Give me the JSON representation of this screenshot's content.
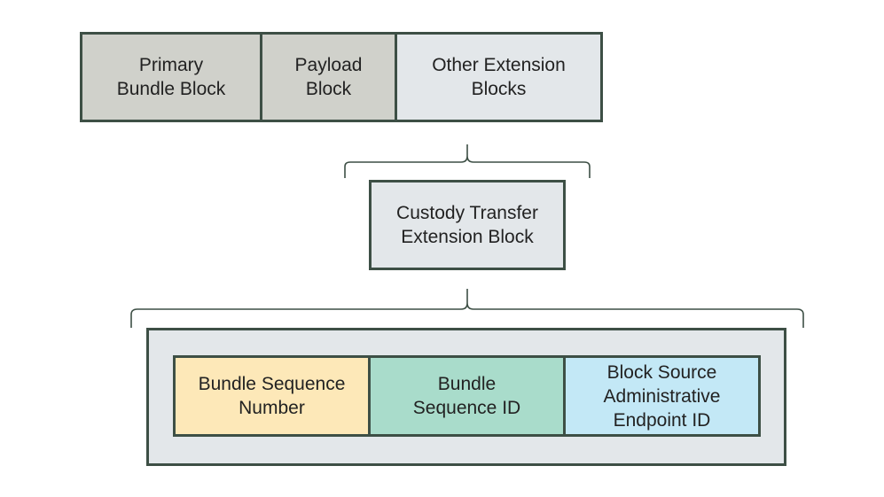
{
  "bundle_blocks": {
    "primary": "Primary\nBundle Block",
    "payload": "Payload\nBlock",
    "other_extension": "Other Extension\nBlocks"
  },
  "custody_transfer": "Custody Transfer\nExtension Block",
  "custody_fields": {
    "sequence_number": "Bundle Sequence\nNumber",
    "sequence_id": "Bundle\nSequence ID",
    "source_admin_eid": "Block Source\nAdministrative\nEndpoint ID"
  },
  "colors": {
    "gray_block": "#d0d1cb",
    "light_block": "#e3e7ea",
    "yellow_field": "#fde8b8",
    "green_field": "#a9dccb",
    "blue_field": "#c3e8f6",
    "border": "#3d4f45"
  }
}
